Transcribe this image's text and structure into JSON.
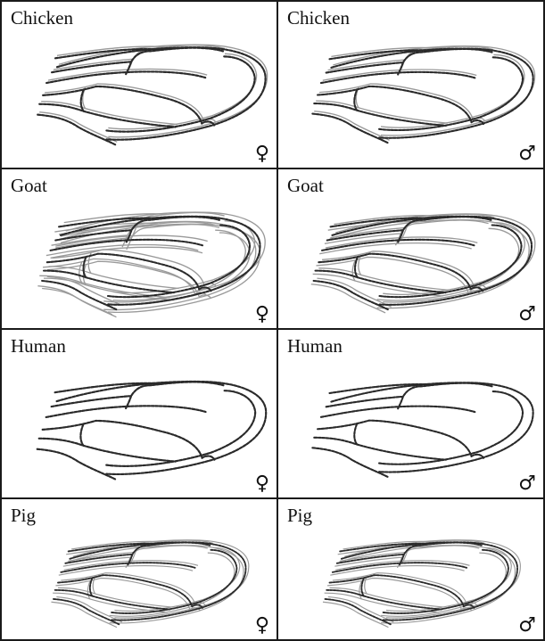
{
  "panels": [
    {
      "species": "Chicken",
      "sex_symbol": "♀",
      "sex": "female",
      "variation": "low"
    },
    {
      "species": "Chicken",
      "sex_symbol": "♂",
      "sex": "male",
      "variation": "low"
    },
    {
      "species": "Goat",
      "sex_symbol": "♀",
      "sex": "female",
      "variation": "high"
    },
    {
      "species": "Goat",
      "sex_symbol": "♂",
      "sex": "male",
      "variation": "medium"
    },
    {
      "species": "Human",
      "sex_symbol": "♀",
      "sex": "female",
      "variation": "none"
    },
    {
      "species": "Human",
      "sex_symbol": "♂",
      "sex": "male",
      "variation": "none"
    },
    {
      "species": "Pig",
      "sex_symbol": "♀",
      "sex": "female",
      "variation": "medium"
    },
    {
      "species": "Pig",
      "sex_symbol": "♂",
      "sex": "male",
      "variation": "medium"
    }
  ],
  "colors": {
    "mean_outline": "#2a2a2a",
    "ghost_outline": "#9a9a9a",
    "border": "#1a1a1a",
    "background": "#ffffff"
  }
}
